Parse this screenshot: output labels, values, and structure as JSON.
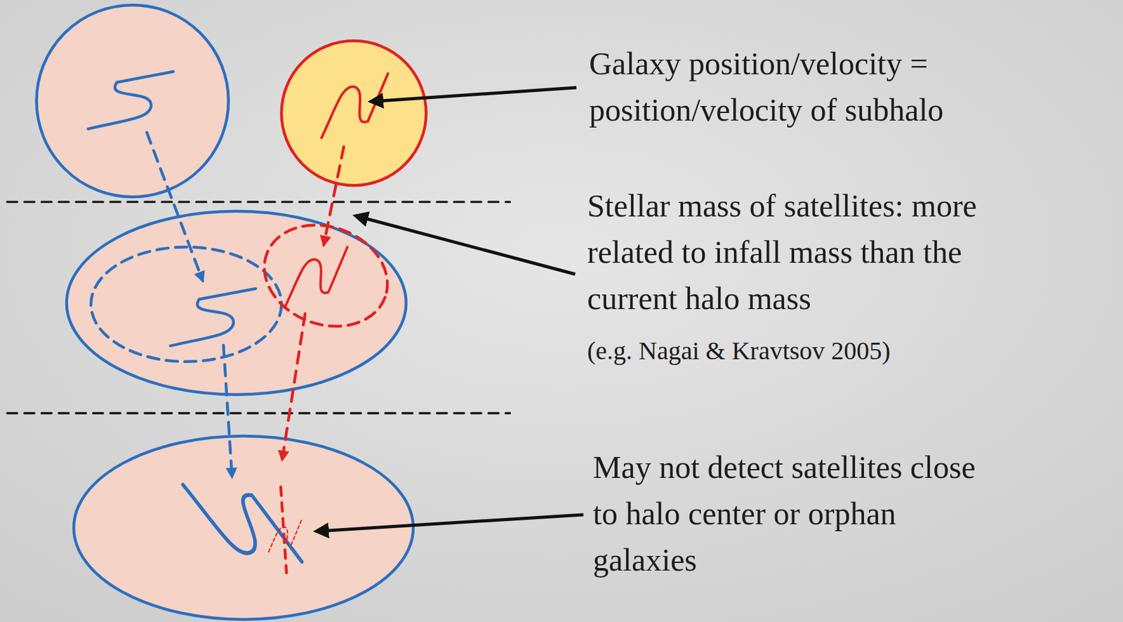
{
  "diagram": {
    "labels": [
      "Galaxy position/velocity = position/velocity of subhalo",
      "Stellar mass of satellites: more related to infall mass than the current halo mass",
      "(e.g. Nagai & Kravtsov 2005)",
      "May not detect satellites close to halo center or orphan galaxies"
    ]
  }
}
